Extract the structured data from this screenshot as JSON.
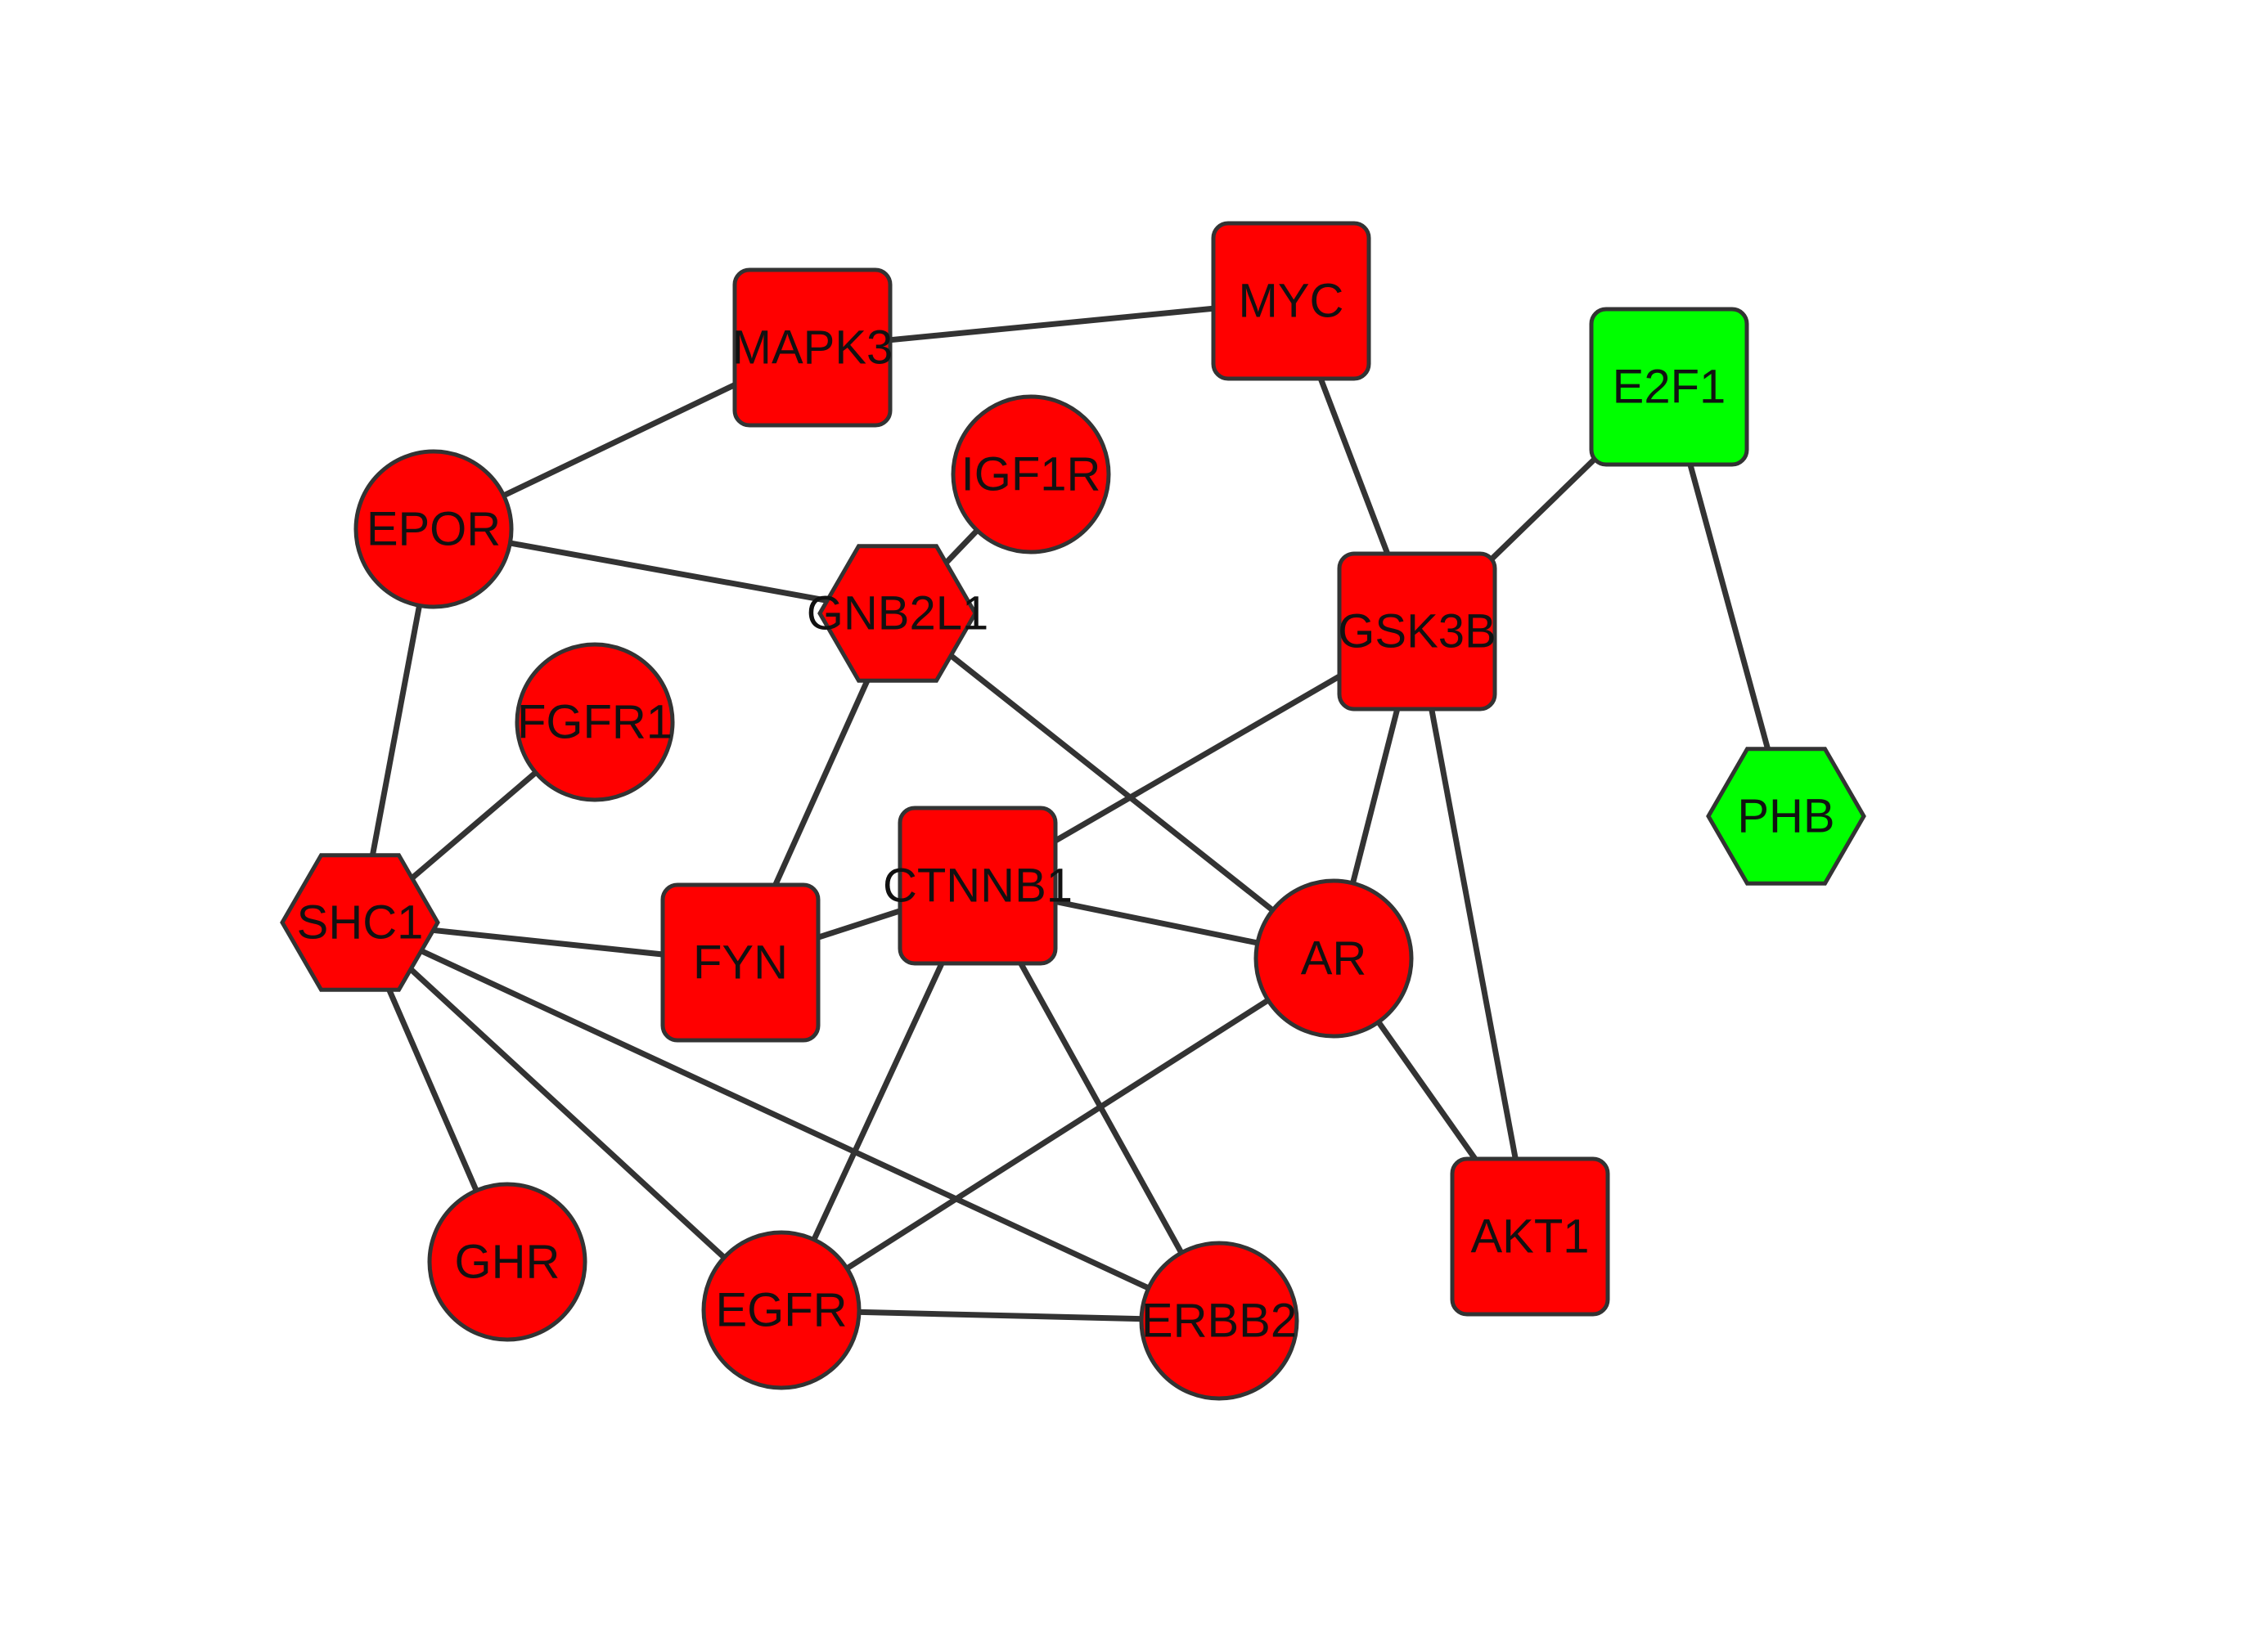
{
  "colors": {
    "upregulated": "#ff0000",
    "downregulated": "#00ff00",
    "edge": "#333333",
    "outline": "#333333"
  },
  "nodes": [
    {
      "id": "MAPK3",
      "label": "MAPK3",
      "shape": "round-rect",
      "color": "upregulated"
    },
    {
      "id": "MYC",
      "label": "MYC",
      "shape": "round-rect",
      "color": "upregulated"
    },
    {
      "id": "E2F1",
      "label": "E2F1",
      "shape": "round-rect",
      "color": "downregulated"
    },
    {
      "id": "IGF1R",
      "label": "IGF1R",
      "shape": "circle",
      "color": "upregulated"
    },
    {
      "id": "EPOR",
      "label": "EPOR",
      "shape": "circle",
      "color": "upregulated"
    },
    {
      "id": "GNB2L1",
      "label": "GNB2L1",
      "shape": "hexagon",
      "color": "upregulated"
    },
    {
      "id": "GSK3B",
      "label": "GSK3B",
      "shape": "round-rect",
      "color": "upregulated"
    },
    {
      "id": "FGFR1",
      "label": "FGFR1",
      "shape": "circle",
      "color": "upregulated"
    },
    {
      "id": "PHB",
      "label": "PHB",
      "shape": "hexagon",
      "color": "downregulated"
    },
    {
      "id": "SHC1",
      "label": "SHC1",
      "shape": "hexagon",
      "color": "upregulated"
    },
    {
      "id": "CTNNB1",
      "label": "CTNNB1",
      "shape": "round-rect",
      "color": "upregulated"
    },
    {
      "id": "FYN",
      "label": "FYN",
      "shape": "round-rect",
      "color": "upregulated"
    },
    {
      "id": "AR",
      "label": "AR",
      "shape": "circle",
      "color": "upregulated"
    },
    {
      "id": "AKT1",
      "label": "AKT1",
      "shape": "round-rect",
      "color": "upregulated"
    },
    {
      "id": "GHR",
      "label": "GHR",
      "shape": "circle",
      "color": "upregulated"
    },
    {
      "id": "EGFR",
      "label": "EGFR",
      "shape": "circle",
      "color": "upregulated"
    },
    {
      "id": "ERBB2",
      "label": "ERBB2",
      "shape": "circle",
      "color": "upregulated"
    }
  ],
  "edges": [
    [
      "MAPK3",
      "MYC"
    ],
    [
      "MAPK3",
      "EPOR"
    ],
    [
      "MYC",
      "GSK3B"
    ],
    [
      "E2F1",
      "GSK3B"
    ],
    [
      "E2F1",
      "PHB"
    ],
    [
      "IGF1R",
      "GNB2L1"
    ],
    [
      "EPOR",
      "GNB2L1"
    ],
    [
      "EPOR",
      "SHC1"
    ],
    [
      "GNB2L1",
      "FYN"
    ],
    [
      "GNB2L1",
      "AR"
    ],
    [
      "GSK3B",
      "CTNNB1"
    ],
    [
      "GSK3B",
      "AR"
    ],
    [
      "GSK3B",
      "AKT1"
    ],
    [
      "FGFR1",
      "SHC1"
    ],
    [
      "SHC1",
      "FYN"
    ],
    [
      "SHC1",
      "GHR"
    ],
    [
      "SHC1",
      "EGFR"
    ],
    [
      "SHC1",
      "ERBB2"
    ],
    [
      "CTNNB1",
      "FYN"
    ],
    [
      "CTNNB1",
      "AR"
    ],
    [
      "CTNNB1",
      "EGFR"
    ],
    [
      "CTNNB1",
      "ERBB2"
    ],
    [
      "AR",
      "EGFR"
    ],
    [
      "AR",
      "AKT1"
    ],
    [
      "EGFR",
      "ERBB2"
    ]
  ]
}
